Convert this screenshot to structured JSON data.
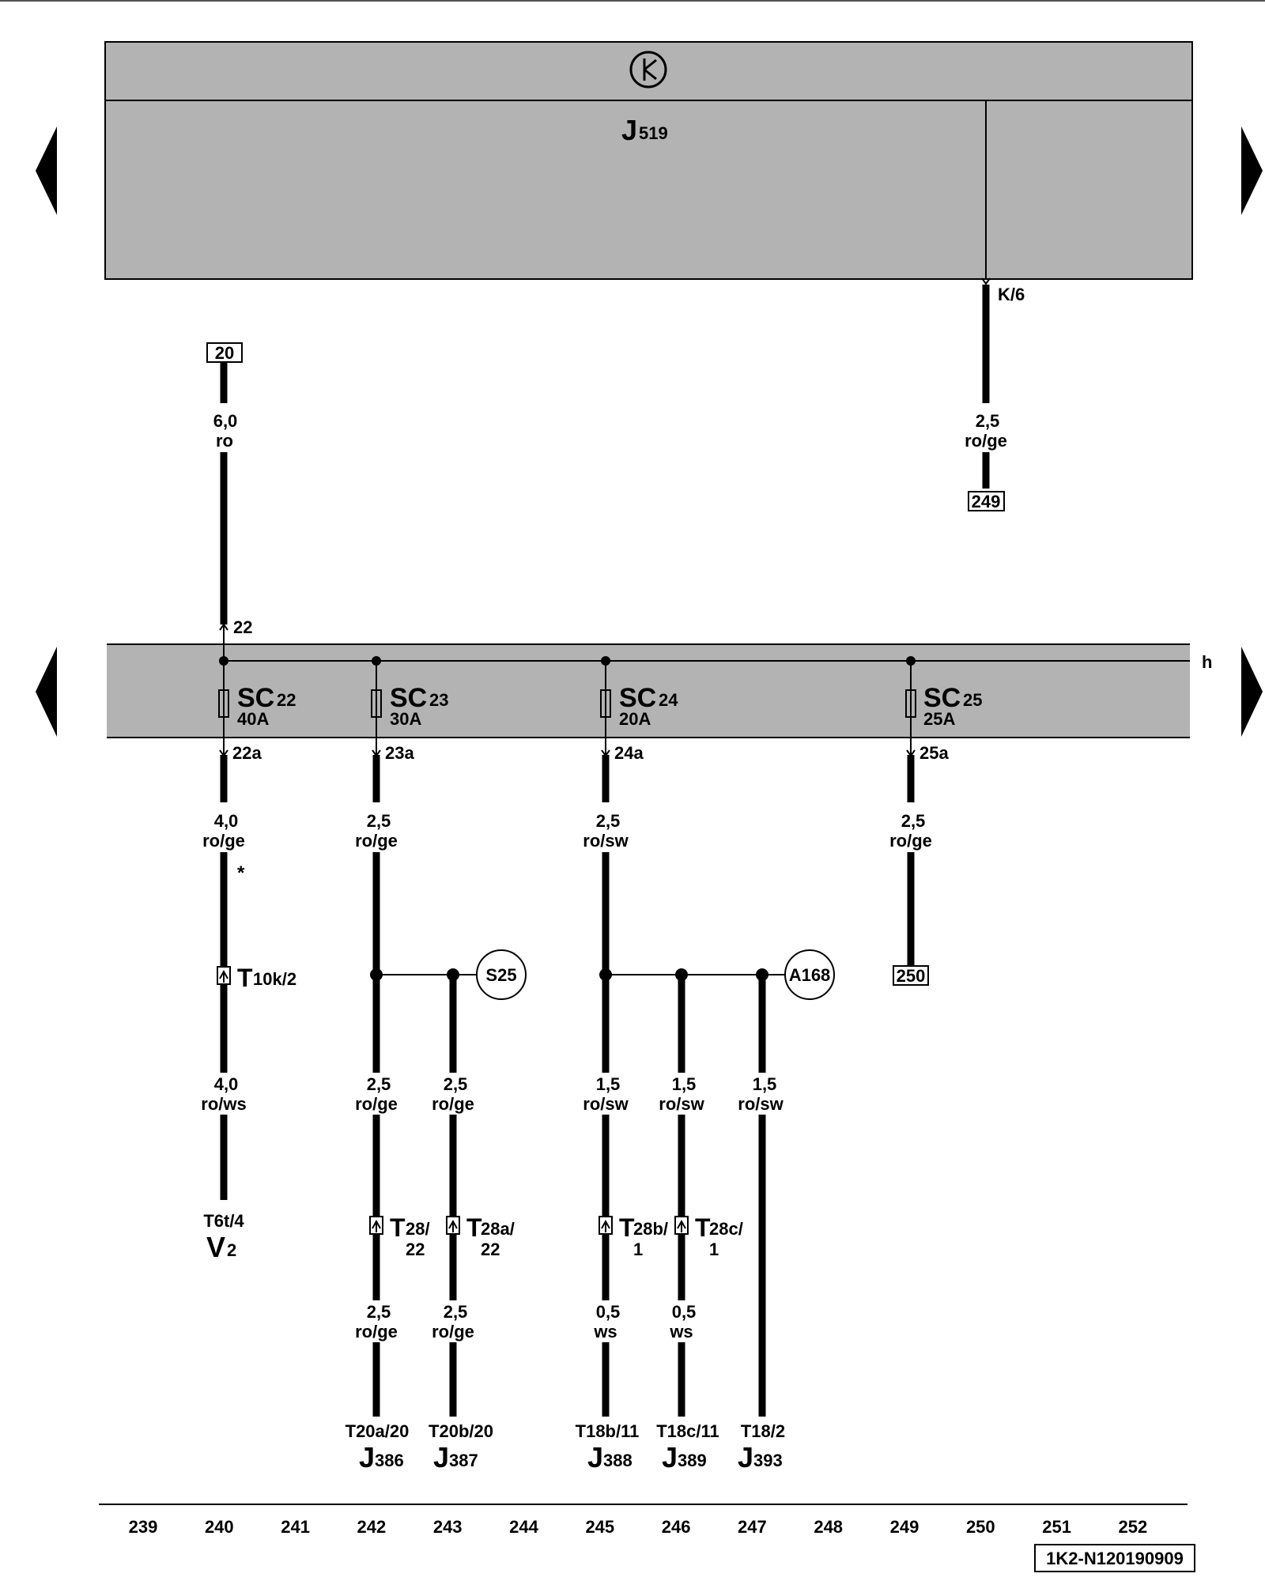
{
  "header_module": {
    "name": "J",
    "sub": "519",
    "pin": "K/6",
    "symbol": "ground-icon"
  },
  "fuse_box": {
    "rail_label": "h",
    "input_pin": "22"
  },
  "refs": {
    "top_left": "20",
    "top_right": "249",
    "sc25_out": "250"
  },
  "wires": {
    "feed_in": {
      "size": "6,0",
      "color": "ro"
    },
    "k6_out": {
      "size": "2,5",
      "color": "ro/ge"
    },
    "sc22_out": {
      "size": "4,0",
      "color": "ro/ge"
    },
    "v2_feed": {
      "size": "4,0",
      "color": "ro/ws"
    },
    "sc23_out": {
      "size": "2,5",
      "color": "ro/ge"
    },
    "j386_a": {
      "size": "2,5",
      "color": "ro/ge"
    },
    "j386_b": {
      "size": "2,5",
      "color": "ro/ge"
    },
    "j387_a": {
      "size": "2,5",
      "color": "ro/ge"
    },
    "j387_b": {
      "size": "2,5",
      "color": "ro/ge"
    },
    "sc24_out": {
      "size": "2,5",
      "color": "ro/sw"
    },
    "j388_a": {
      "size": "1,5",
      "color": "ro/sw"
    },
    "j388_b": {
      "size": "0,5",
      "color": "ws"
    },
    "j389_a": {
      "size": "1,5",
      "color": "ro/sw"
    },
    "j389_b": {
      "size": "0,5",
      "color": "ws"
    },
    "j393_a": {
      "size": "1,5",
      "color": "ro/sw"
    },
    "sc25_out": {
      "size": "2,5",
      "color": "ro/ge"
    }
  },
  "fuses": [
    {
      "name": "SC",
      "num": "22",
      "rating": "40A",
      "out_pin": "22a"
    },
    {
      "name": "SC",
      "num": "23",
      "rating": "30A",
      "out_pin": "23a"
    },
    {
      "name": "SC",
      "num": "24",
      "rating": "20A",
      "out_pin": "24a"
    },
    {
      "name": "SC",
      "num": "25",
      "rating": "25A",
      "out_pin": "25a"
    }
  ],
  "connectors": {
    "t10k": {
      "main": "T",
      "sub": "10k/2"
    },
    "t28": {
      "main": "T",
      "line1": "28/",
      "line2": "22"
    },
    "t28a": {
      "main": "T",
      "line1": "28a/",
      "line2": "22"
    },
    "t28b": {
      "main": "T",
      "line1": "28b/",
      "line2": "1"
    },
    "t28c": {
      "main": "T",
      "line1": "28c/",
      "line2": "1"
    }
  },
  "splices": {
    "s25": "S25",
    "a168": "A168"
  },
  "asterisk": "*",
  "components": [
    {
      "pin": "T6t/4",
      "name": "V",
      "sub": "2"
    },
    {
      "pin": "T20a/20",
      "name": "J",
      "sub": "386"
    },
    {
      "pin": "T20b/20",
      "name": "J",
      "sub": "387"
    },
    {
      "pin": "T18b/11",
      "name": "J",
      "sub": "388"
    },
    {
      "pin": "T18c/11",
      "name": "J",
      "sub": "389"
    },
    {
      "pin": "T18/2",
      "name": "J",
      "sub": "393"
    }
  ],
  "scale": [
    "239",
    "240",
    "241",
    "242",
    "243",
    "244",
    "245",
    "246",
    "247",
    "248",
    "249",
    "250",
    "251",
    "252"
  ],
  "doc_code": "1K2-N120190909"
}
